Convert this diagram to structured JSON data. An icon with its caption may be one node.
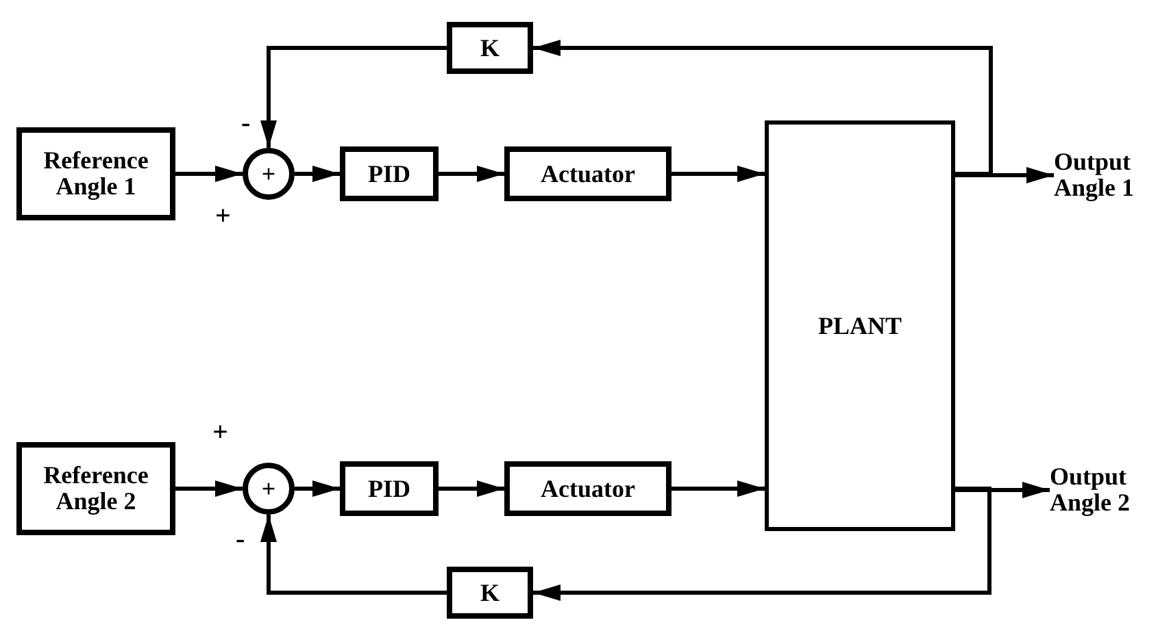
{
  "diagram": {
    "nodes": [
      {
        "text": [
          "Reference Angle 1"
        ]
      },
      {
        "text": [
          "+"
        ]
      },
      {
        "text": [
          "PID"
        ]
      },
      {
        "text": [
          "Actuator"
        ]
      },
      {
        "text": [
          "K"
        ]
      },
      {
        "text": [
          "Reference Angle 2"
        ]
      },
      {
        "text": [
          "+"
        ]
      },
      {
        "text": [
          "PID"
        ]
      },
      {
        "text": [
          "Actuator"
        ]
      },
      {
        "text": [
          "PLANT"
        ]
      },
      {
        "text": [
          "Output Angle 1"
        ]
      },
      {
        "text": [
          "Output Angle 2"
        ]
      },
      {
        "text": [
          "K"
        ]
      }
    ],
    "edges": [
      {
        "from": 0,
        "to": 1,
        "arrow": "to"
      },
      {
        "from": 1,
        "to": 2,
        "arrow": "to"
      },
      {
        "from": 2,
        "to": 3,
        "arrow": "to"
      },
      {
        "from": 3,
        "to": 9,
        "arrow": "to"
      },
      {
        "from": 9,
        "to": 10,
        "arrow": "to"
      },
      {
        "from": 9,
        "to": 4,
        "arrow": "to"
      },
      {
        "from": 4,
        "to": 1,
        "arrow": "to"
      },
      {
        "from": 5,
        "to": 6,
        "arrow": "to"
      },
      {
        "from": 6,
        "to": 7,
        "arrow": "to"
      },
      {
        "from": 7,
        "to": 8,
        "arrow": "to"
      },
      {
        "from": 8,
        "to": 9,
        "arrow": "to"
      },
      {
        "from": 9,
        "to": 11,
        "arrow": "to"
      },
      {
        "from": 9,
        "to": 12,
        "arrow": "to"
      },
      {
        "from": 12,
        "to": 6,
        "arrow": "to"
      }
    ],
    "labels": [
      "-",
      "+",
      "+",
      "-"
    ]
  }
}
